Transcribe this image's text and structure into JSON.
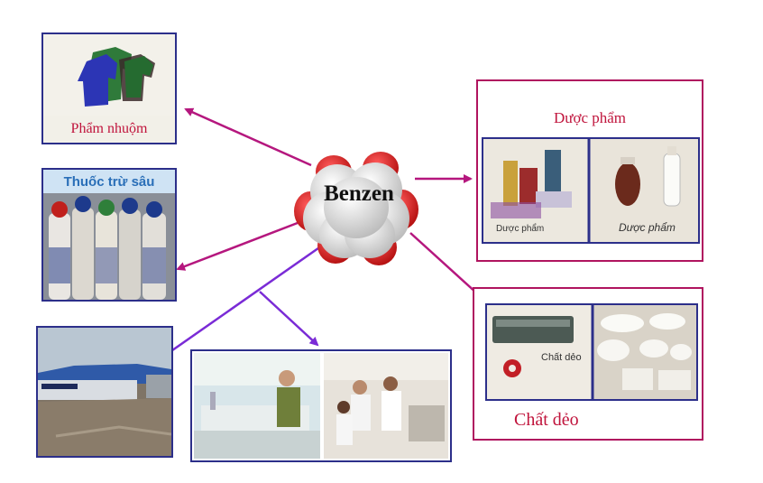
{
  "center": {
    "label": "Benzen"
  },
  "nodes": {
    "dyes": {
      "label": "Phẩm nhuộm"
    },
    "pesticides": {
      "label": "Thuốc trừ sâu"
    },
    "pharma": {
      "title": "Dược phẩm",
      "caption_left": "Dược phẩm",
      "caption_right": "Dược phẩm"
    },
    "plastics": {
      "title": "Chất dẻo",
      "caption_inner": "Chất dẻo"
    }
  },
  "colors": {
    "magenta_arrow": "#b5177e",
    "purple_arrow": "#7a2bd6",
    "frame_blue": "#2c2f8a",
    "frame_magenta": "#b0145f",
    "label_red": "#c0143c",
    "pest_label": "#2a6fb8"
  },
  "icons": [
    "benzene-molecule-icon",
    "clothes-icon",
    "pesticide-bottles-icon",
    "factory-icon",
    "lab-icon",
    "medicine-icon",
    "plastic-ware-icon"
  ]
}
